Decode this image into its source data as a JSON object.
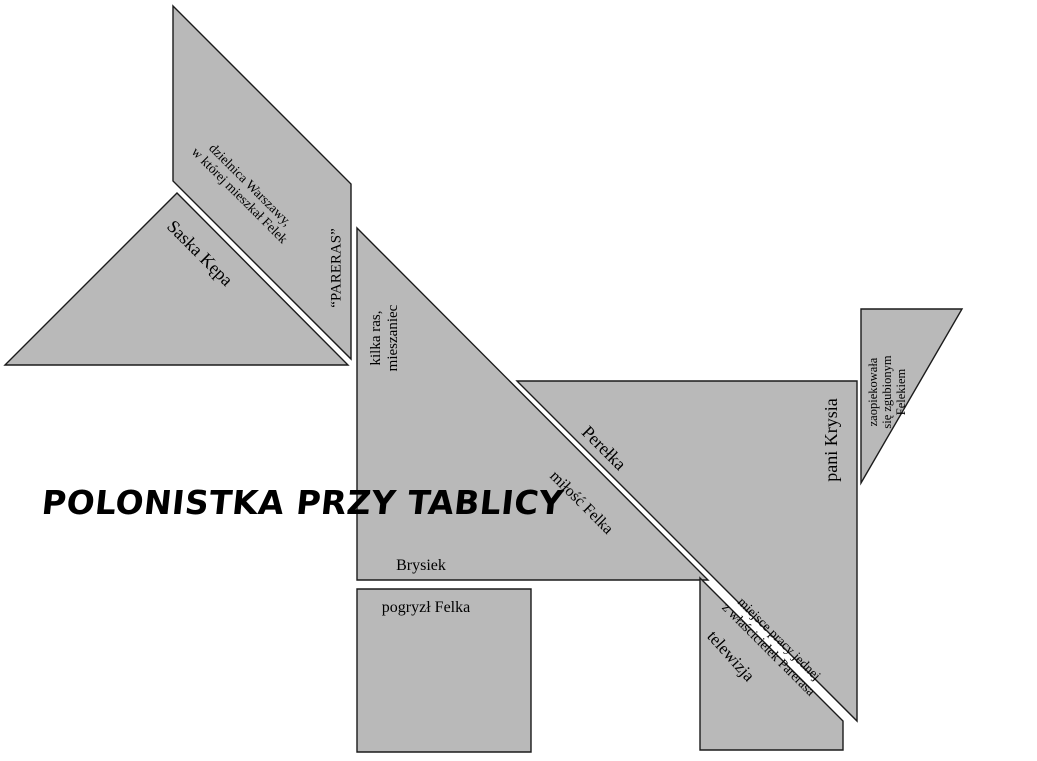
{
  "title": "POLONISTKA PRZY TABLICY",
  "colors": {
    "piece_fill": "#b9b9b9",
    "piece_outline": "#1b1b1b",
    "background": "#ffffff",
    "text": "#000000"
  },
  "pieces": {
    "ear": {
      "clue_line1": "dzielnica Warszawy,",
      "clue_line2": "w której mieszkał Felek",
      "answer": "“PARERAS”"
    },
    "head": {
      "answer": "Saska Kępa"
    },
    "neck": {
      "clue_line1": "kilka ras,",
      "clue_line2": "mieszaniec",
      "clue_love": "miłość Felka",
      "answer": "Brysiek"
    },
    "body": {
      "answer": "Perełka",
      "name": "pani Krysia"
    },
    "front_leg": {
      "clue": "pogryzł Felka"
    },
    "hind_leg": {
      "clue_line1": "miejsce pracy jednej",
      "clue_line2": "z właścicielek Parerasa",
      "answer": "telewizja"
    },
    "tail": {
      "clue_line1": "zaopiekowała",
      "clue_line2": "się zgubionym",
      "clue_line3": "Felekiem"
    }
  }
}
